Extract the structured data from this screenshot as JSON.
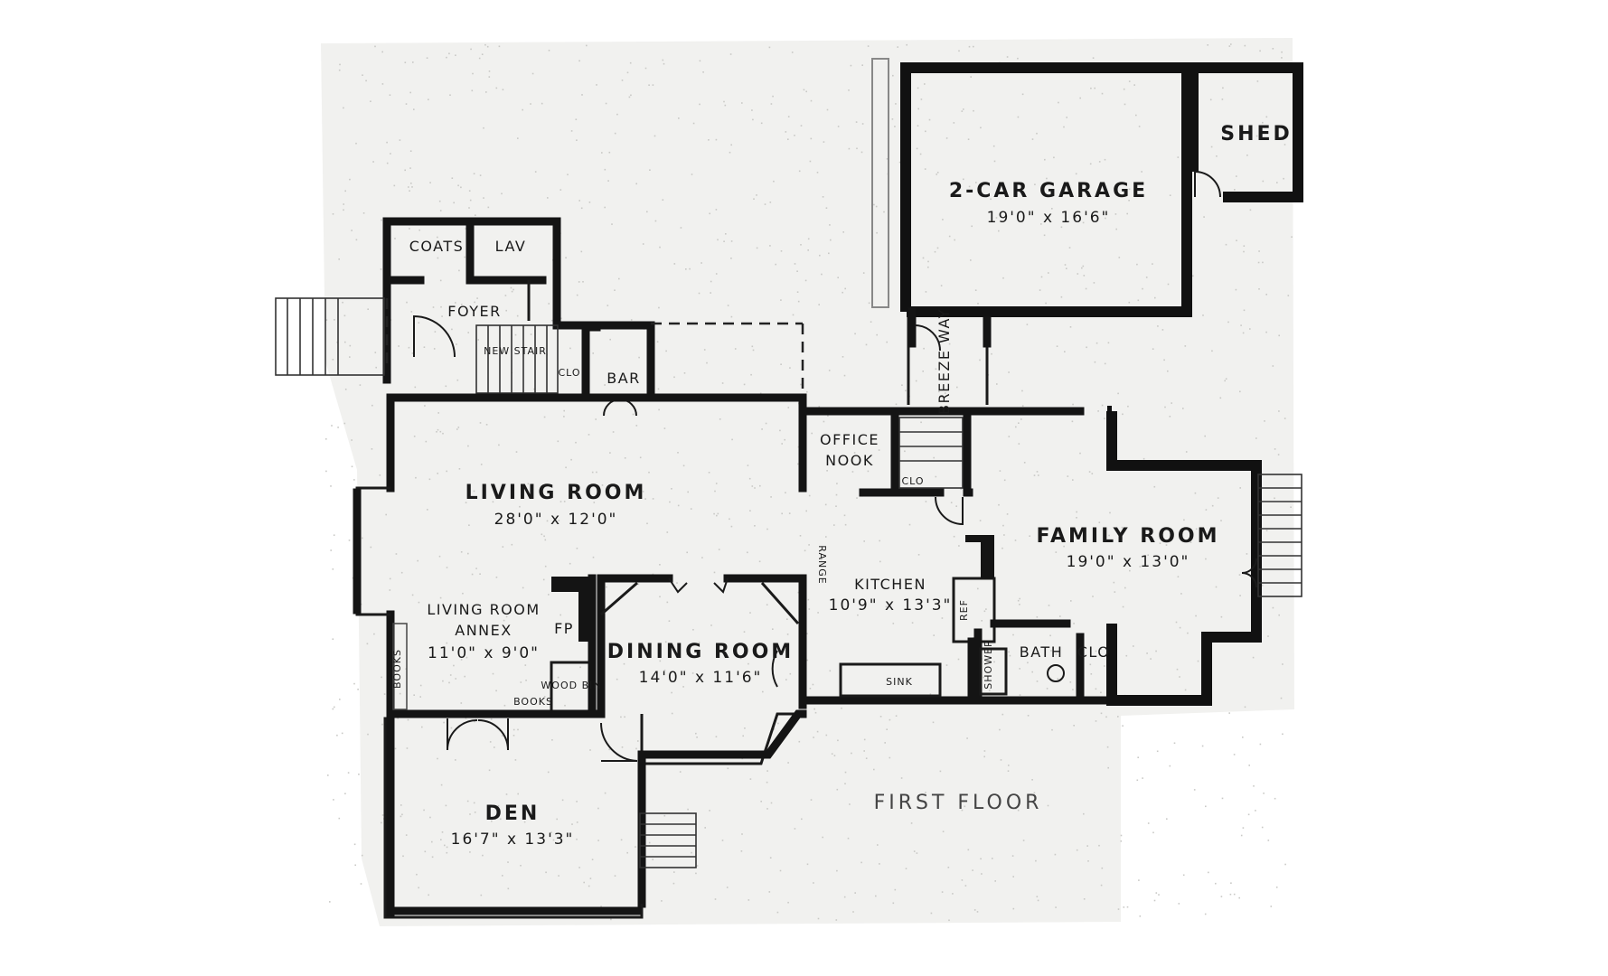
{
  "diagram": {
    "floor_label": "FIRST FLOOR",
    "rooms": {
      "garage": {
        "name": "2-CAR GARAGE",
        "dim": "19'0\" x 16'6\""
      },
      "shed": {
        "name": "SHED"
      },
      "living": {
        "name": "LIVING ROOM",
        "dim": "28'0\" x 12'0\""
      },
      "annex": {
        "name1": "LIVING ROOM",
        "name2": "ANNEX",
        "dim": "11'0\" x 9'0\""
      },
      "dining": {
        "name": "DINING ROOM",
        "dim": "14'0\" x 11'6\""
      },
      "den": {
        "name": "DEN",
        "dim": "16'7\" x 13'3\""
      },
      "kitchen": {
        "name": "KITCHEN",
        "dim": "10'9\" x 13'3\""
      },
      "family": {
        "name": "FAMILY ROOM",
        "dim": "19'0\" x 13'0\""
      },
      "office": {
        "name1": "OFFICE",
        "name2": "NOOK"
      },
      "breezeway": {
        "name": "BREEZE WAY"
      }
    },
    "labels": {
      "coats": "COATS",
      "lav": "LAV",
      "foyer": "FOYER",
      "bar": "BAR",
      "clo_bar": "CLO",
      "clo_office": "CLO",
      "clo_bath": "CLO",
      "bath": "BATH",
      "fp": "FP",
      "sink": "SINK",
      "ref": "REF",
      "range": "RANGE",
      "shower": "SHOWER",
      "wood_bin": "WOOD BIN",
      "new_stair": "NEW STAIR",
      "books": "BOOKS",
      "books2": "BOOKS"
    }
  }
}
